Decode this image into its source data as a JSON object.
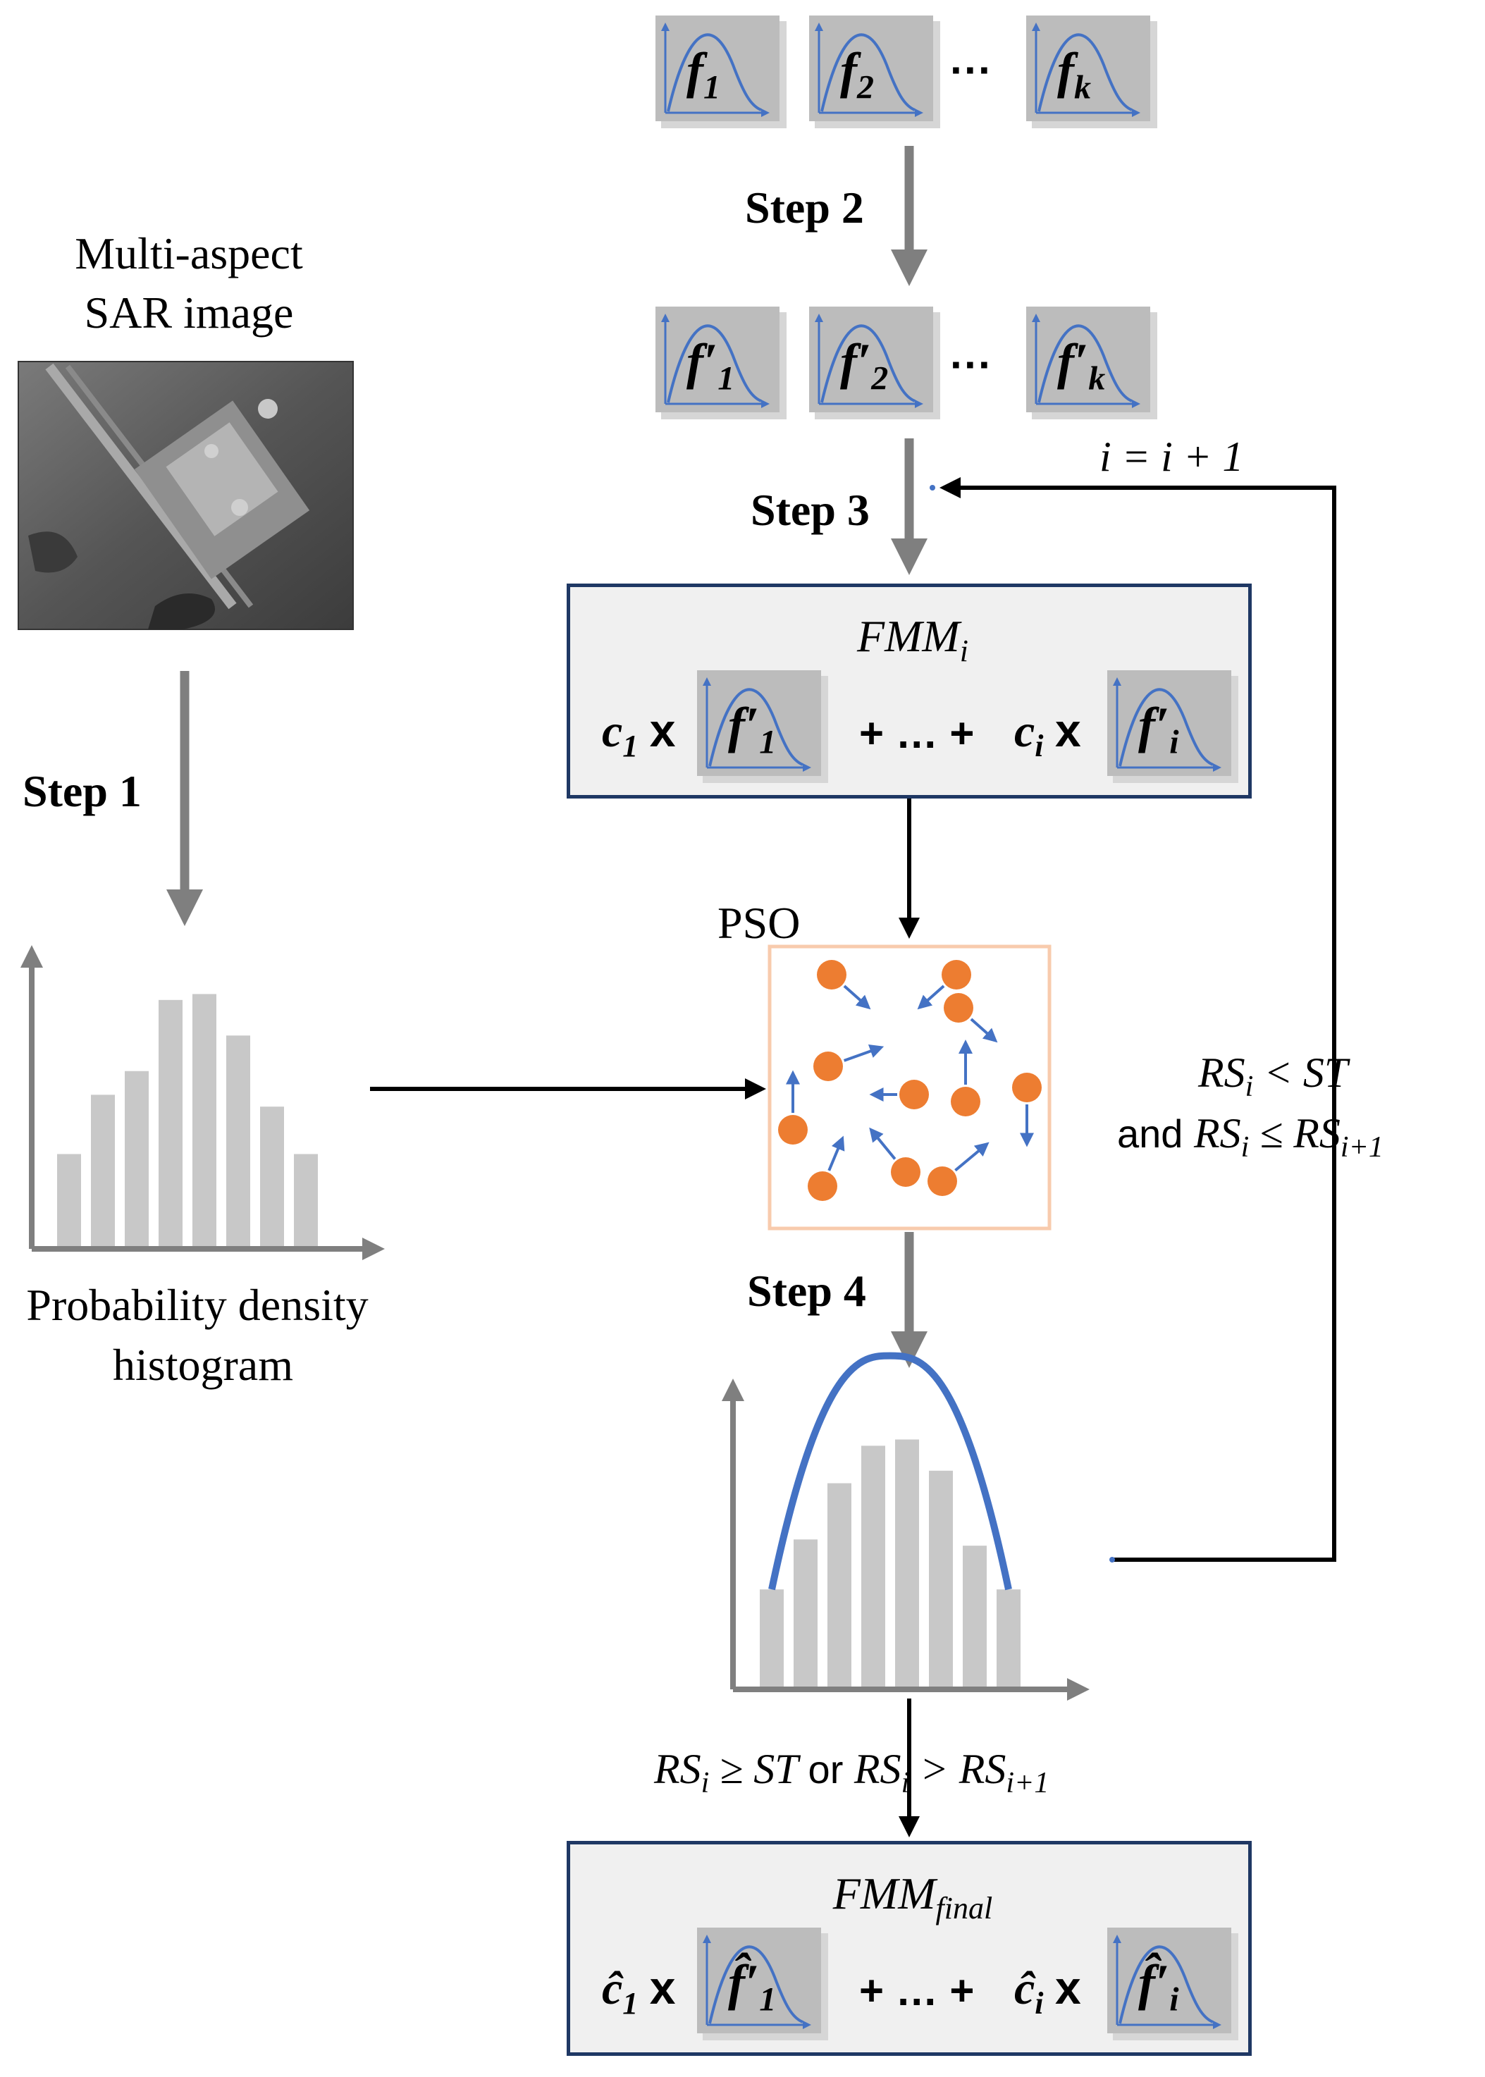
{
  "labels": {
    "sar_title_line1": "Multi-aspect",
    "sar_title_line2": "SAR image",
    "step1": "Step 1",
    "step2": "Step 2",
    "step3": "Step 3",
    "step4": "Step 4",
    "pso": "PSO",
    "hist_caption_line1": "Probability density",
    "hist_caption_line2": "histogram",
    "loop_update": "i = i + 1",
    "loop_cond_line1_a": "RS",
    "loop_cond_line1_sub": "i",
    "loop_cond_line1_b": " < ST",
    "loop_cond_and": "and ",
    "loop_cond_line2_a": "RS",
    "loop_cond_line2_sub": "i",
    "loop_cond_line2_b": " ≤ RS",
    "loop_cond_line2_sub2": "i+1",
    "exit_a": "RS",
    "exit_sub": "i",
    "exit_b": " ≥ ST ",
    "exit_or": "or ",
    "exit_c": "RS",
    "exit_sub2": "i",
    "exit_d": " >  RS",
    "exit_sub3": "i+1",
    "ellipsis": "···",
    "plus_dots": "+ … +"
  },
  "row1_tiles": [
    {
      "f": "f",
      "sub": "1"
    },
    {
      "f": "f",
      "sub": "2"
    },
    {
      "f": "f",
      "sub": "k"
    }
  ],
  "row2_tiles": [
    {
      "f": "f′",
      "sub": "1"
    },
    {
      "f": "f′",
      "sub": "2"
    },
    {
      "f": "f′",
      "sub": "k"
    }
  ],
  "fmm_i": {
    "title": "FMM",
    "title_sub": "i",
    "c_left": "c",
    "c_left_sub": "1",
    "times": "x",
    "f_left": "f′",
    "f_left_sub": "1",
    "c_right": "c",
    "c_right_sub": "i",
    "f_right": "f′",
    "f_right_sub": "i"
  },
  "fmm_final": {
    "title": "FMM",
    "title_sub": "final",
    "c_left": "ĉ",
    "c_left_sub": "1",
    "times": "x",
    "f_left": "f̂′",
    "f_left_sub": "1",
    "c_right": "ĉ",
    "c_right_sub": "i",
    "f_right": "f̂′",
    "f_right_sub": "i"
  },
  "colors": {
    "arrow_gray": "#7f7f7f",
    "bar_gray": "#c8c8c8",
    "curve_blue": "#4472c4",
    "particle_orange": "#ed7d31",
    "panel_border": "#1f3864",
    "pso_border": "#f8cbad"
  },
  "chart_data": [
    {
      "type": "bar",
      "values": [
        8,
        13,
        15,
        21,
        21.5,
        18,
        12,
        8
      ]
    },
    {
      "type": "bar",
      "values": [
        8,
        12,
        16.5,
        19.5,
        20,
        17.5,
        11.5,
        8
      ],
      "overlay": "fitted curve"
    }
  ]
}
